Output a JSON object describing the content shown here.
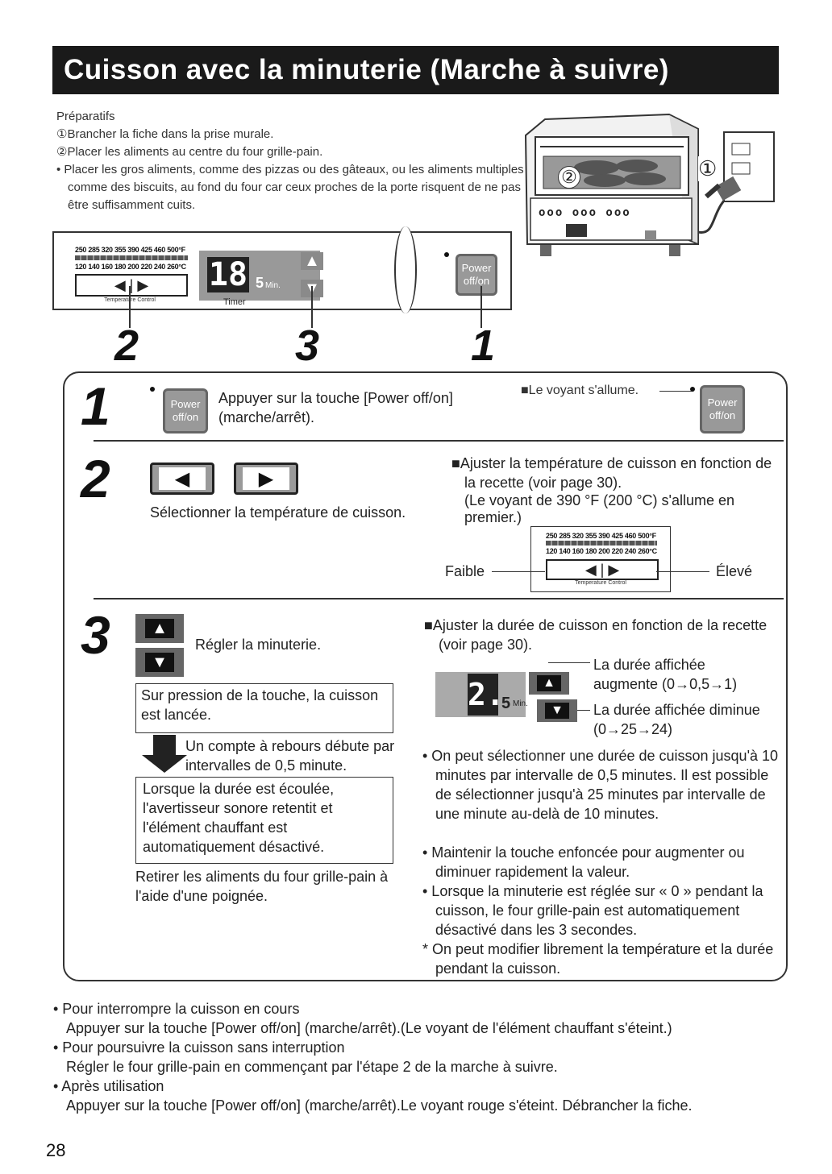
{
  "title": "Cuisson avec la minuterie (Marche à suivre)",
  "prep": {
    "heading": "Préparatifs",
    "item1": "①Brancher la fiche dans la prise murale.",
    "item2": "②Placer les aliments au centre du four grille-pain.",
    "item3": "• Placer les gros aliments, comme des pizzas ou des gâteaux, ou les aliments multiples comme des biscuits, au fond du four car ceux proches de la porte risquent de ne pas être suffisamment cuits."
  },
  "oven": {
    "label1": "①",
    "label2": "②",
    "display": "ooo ooo ooo"
  },
  "panel": {
    "scale_f": "250 285 320 355 390 425 460 500°F",
    "scale_c": "120 140 160 180 200 220 240 260°C",
    "temp_btn": "◀ | ▶",
    "temp_caption": "Temperature Control",
    "lcd": "18",
    "unit_s": "5",
    "unit_min": "Min.",
    "timer": "Timer",
    "up": "▲",
    "down": "▼",
    "power": "Power off/on"
  },
  "callouts": {
    "n2": "2",
    "n3": "3",
    "n1": "1"
  },
  "step1": {
    "num": "1",
    "text": "Appuyer sur la touche [Power off/on] (marche/arrêt).",
    "note": "■Le voyant s'allume.",
    "power": "Power off/on"
  },
  "step2": {
    "num": "2",
    "left_arrow": "◀",
    "right_arrow": "▶",
    "text": "Sélectionner la température de cuisson.",
    "note1": "■Ajuster la température de cuisson en fonction de la recette (voir page 30).",
    "note2": "(Le voyant de 390 °F (200 °C) s'allume en premier.)",
    "low": "Faible",
    "high": "Élevé"
  },
  "step3": {
    "num": "3",
    "up": "▲",
    "down": "▼",
    "text": "Régler la minuterie.",
    "box1": "Sur pression de la touche, la cuisson est lancée.",
    "countdown": "Un compte à rebours débute par intervalles de 0,5 minute.",
    "box2": "Lorsque la durée est écoulée, l'avertisseur sonore retentit et l'élément chauffant est automatiquement désactivé.",
    "remove": "Retirer les aliments du four grille-pain à l'aide d'une poignée.",
    "note": "■Ajuster la durée de cuisson en fonction de la recette (voir page 30).",
    "lcd": "2.",
    "unit_s": "5",
    "unit_min": "Min.",
    "up_label": "La durée affichée augmente (0→0,5→1)",
    "down_label": "La durée affichée diminue (0→25→24)",
    "b1": "• On peut sélectionner une durée de cuisson jusqu'à 10 minutes par intervalle de 0,5 minutes. Il est possible de sélectionner jusqu'à 25 minutes par intervalle de une minute au-delà de 10 minutes.",
    "b2": "• Maintenir la touche enfoncée pour augmenter ou diminuer rapidement la valeur.",
    "b3": "• Lorsque la minuterie est réglée sur « 0 » pendant la cuisson, le four grille-pain est automatiquement désactivé dans les 3 secondes.",
    "b4": "* On peut modifier librement la température et la durée pendant la cuisson."
  },
  "footer": {
    "f1": "• Pour interrompre la cuisson en cours",
    "f1b": "Appuyer sur la touche [Power off/on] (marche/arrêt).(Le voyant de l'élément chauffant s'éteint.)",
    "f2": "• Pour poursuivre la cuisson sans interruption",
    "f2b": "Régler le four grille-pain en commençant par l'étape 2 de la marche à suivre.",
    "f3": "• Après utilisation",
    "f3b": "Appuyer sur la touche [Power off/on] (marche/arrêt).Le voyant rouge s'éteint. Débrancher la fiche."
  },
  "page_number": "28"
}
